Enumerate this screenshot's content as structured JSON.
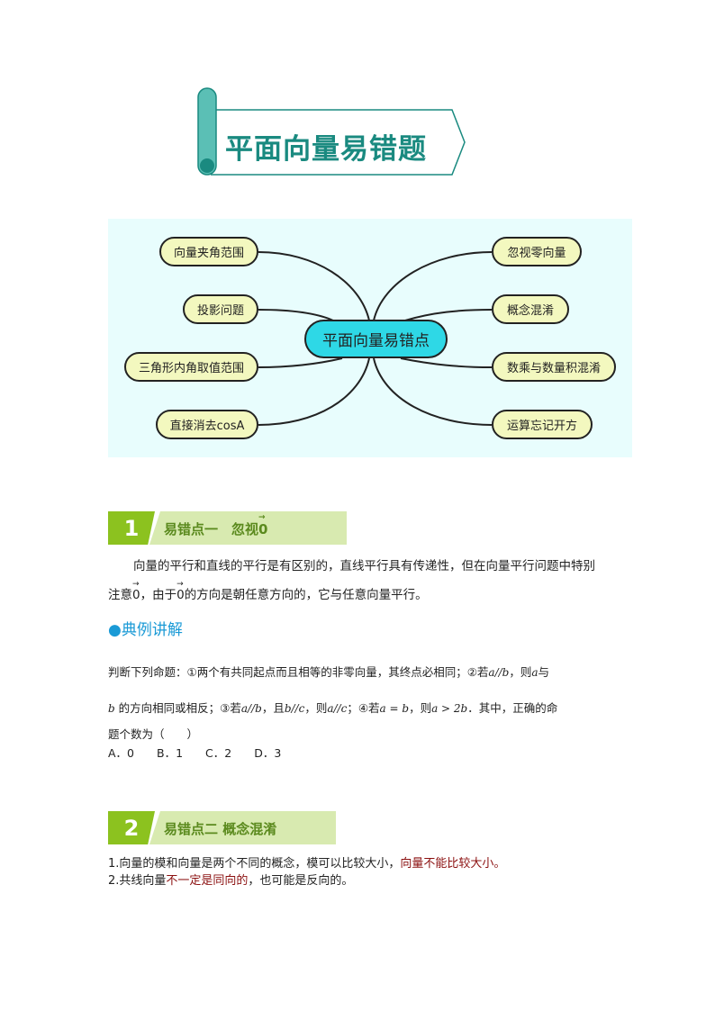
{
  "banner": {
    "title": "平面向量易错题",
    "color": "#1a8a80"
  },
  "mindmap": {
    "center": "平面向量易错点",
    "left": [
      "向量夹角范围",
      "投影问题",
      "三角形内角取值范围",
      "直接消去cosA"
    ],
    "right": [
      "忽视零向量",
      "概念混淆",
      "数乘与数量积混淆",
      "运算忘记开方"
    ]
  },
  "section1": {
    "number": "1",
    "title": "易错点一　忽视",
    "title_symbol": "0",
    "para_line1": "向量的平行和直线的平行是有区别的，直线平行具有传递性，但在向量平行问题中特别",
    "para_line2_a": "注意",
    "zero": "0",
    "para_line2_b": "，由于",
    "para_line2_c": "的方向是朝任意方向的，它与任意向量平行。"
  },
  "example": {
    "heading": "●典例讲解",
    "q1_a": "判断下列命题：①两个有共同起点而且相等的非零向量，其终点必相同；②若",
    "q1_m1": "a//b",
    "q1_b": "，则",
    "q1_m2": "a",
    "q1_c": "与",
    "q2_m0": "b",
    "q2_a": "的方向相同或相反；③若",
    "q2_m1": "a//b",
    "q2_b": "，且",
    "q2_m2": "b//c",
    "q2_c": "，则",
    "q2_m3": "a//c",
    "q2_d": "；④若",
    "q2_m4": "a = b",
    "q2_e": "，则",
    "q2_m5": "a > 2b",
    "q2_f": "．其中，正确的命",
    "q3": "题个数为（　　）",
    "options": "A．0　　B．1　　C．2　　D．3"
  },
  "section2": {
    "number": "2",
    "title": "易错点二  概念混淆",
    "line1_a": "1.向量的模和向量是两个不同的概念，模可以比较大小，",
    "line1_b": "向量不能比较大小。",
    "line2_a": "2.共线向量",
    "line2_b": "不一定是同向的",
    "line2_c": "，也可能是反向的。"
  },
  "colors": {
    "accent_green": "#8cc21f",
    "bar_green": "#d8eab0",
    "dark_red": "#8b1010",
    "heading_blue": "#1a9ad6",
    "center_node": "#2ed8e6",
    "leaf_node": "#f3f8bf"
  }
}
